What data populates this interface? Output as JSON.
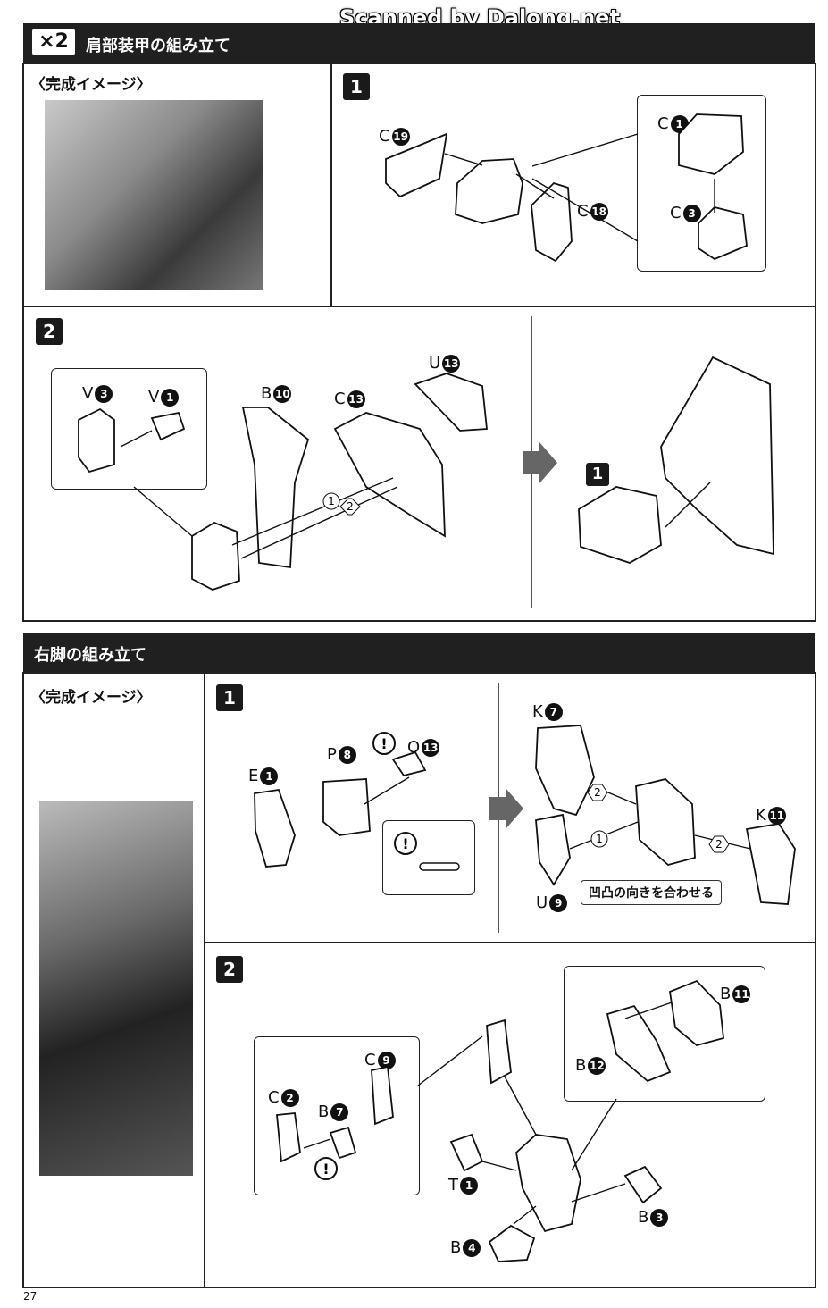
{
  "watermark": "Scanned by Dalong.net",
  "section1": {
    "multiplier": "×2",
    "title": "肩部装甲の組み立て",
    "completion_caption": "〈完成イメージ〉",
    "step1": {
      "number": "1",
      "parts": [
        {
          "letter": "C",
          "num": "19"
        },
        {
          "letter": "C",
          "num": "18"
        },
        {
          "letter": "C",
          "num": "1"
        },
        {
          "letter": "C",
          "num": "3"
        }
      ]
    },
    "step2": {
      "number": "2",
      "parts": [
        {
          "letter": "V",
          "num": "3"
        },
        {
          "letter": "V",
          "num": "1"
        },
        {
          "letter": "B",
          "num": "10"
        },
        {
          "letter": "C",
          "num": "13"
        },
        {
          "letter": "U",
          "num": "13"
        }
      ],
      "order_markers": [
        "1",
        "2"
      ],
      "result_ref": "1"
    }
  },
  "section2": {
    "title": "右脚の組み立て",
    "completion_caption": "〈完成イメージ〉",
    "step1": {
      "number": "1",
      "parts": [
        {
          "letter": "E",
          "num": "1"
        },
        {
          "letter": "P",
          "num": "8"
        },
        {
          "letter": "O",
          "num": "13"
        },
        {
          "letter": "K",
          "num": "7"
        },
        {
          "letter": "K",
          "num": "11"
        },
        {
          "letter": "U",
          "num": "9"
        }
      ],
      "order_markers": [
        "1",
        "2",
        "2"
      ],
      "align_note": "凹凸の向きを合わせる",
      "warning": "!"
    },
    "step2": {
      "number": "2",
      "parts": [
        {
          "letter": "C",
          "num": "9"
        },
        {
          "letter": "C",
          "num": "2"
        },
        {
          "letter": "B",
          "num": "7"
        },
        {
          "letter": "B",
          "num": "11"
        },
        {
          "letter": "B",
          "num": "12"
        },
        {
          "letter": "T",
          "num": "1"
        },
        {
          "letter": "B",
          "num": "3"
        },
        {
          "letter": "B",
          "num": "4"
        }
      ],
      "warning": "!"
    }
  },
  "page_number": "27"
}
